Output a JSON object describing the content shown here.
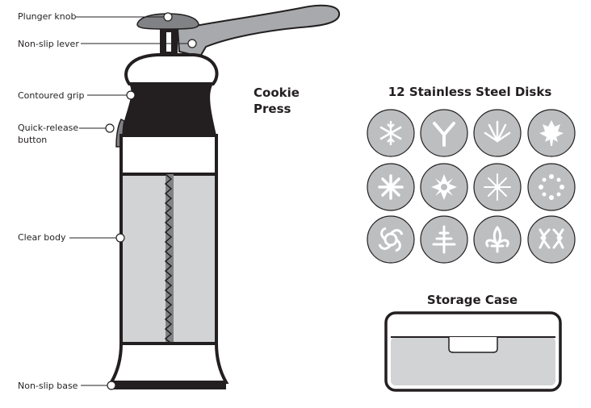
{
  "callouts": {
    "plunger_knob": "Plunger knob",
    "lever": "Non-slip lever",
    "grip": "Contoured grip",
    "release_line1": "Quick-release",
    "release_line2": "button",
    "body": "Clear body",
    "base": "Non-slip base"
  },
  "press_title": {
    "line1": "Cookie",
    "line2": "Press"
  },
  "disks": {
    "heading": "12 Stainless Steel Disks",
    "items": [
      {
        "icon": "snowflake-icon"
      },
      {
        "icon": "y-shape-icon"
      },
      {
        "icon": "sunburst-icon"
      },
      {
        "icon": "maple-leaf-icon"
      },
      {
        "icon": "flower-icon"
      },
      {
        "icon": "daisy-icon"
      },
      {
        "icon": "starburst-icon"
      },
      {
        "icon": "dotted-ring-icon"
      },
      {
        "icon": "swirl-icon"
      },
      {
        "icon": "tree-icon"
      },
      {
        "icon": "fleur-de-lis-icon"
      },
      {
        "icon": "butterfly-icon"
      }
    ]
  },
  "storage": {
    "heading": "Storage Case"
  },
  "colors": {
    "ink": "#231f20",
    "disk": "#bcbec0",
    "body": "#d1d3d4",
    "lever": "#a7a9ac"
  }
}
